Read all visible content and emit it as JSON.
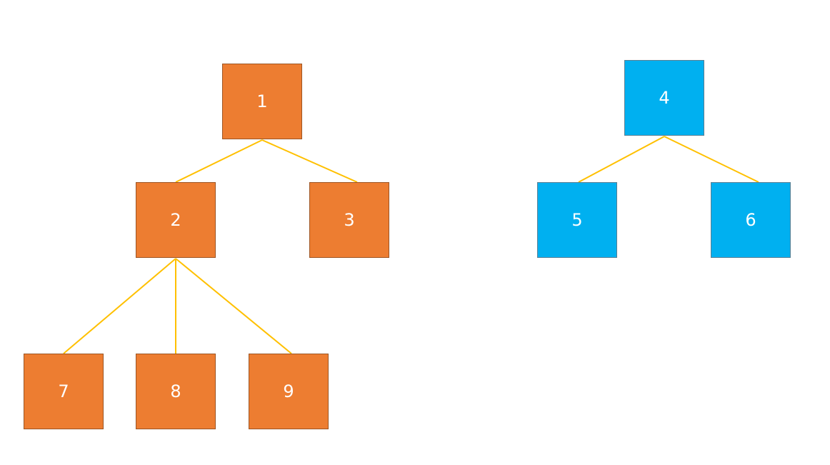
{
  "colors": {
    "tree_a_fill": "#ED7D31",
    "tree_b_fill": "#00B0F0",
    "edge": "#FFC000",
    "node_text": "#FFFFFF",
    "background": "#FFFFFF"
  },
  "trees": [
    {
      "id": "tree-a",
      "color": "orange",
      "nodes": [
        {
          "id": "n1",
          "label": "1"
        },
        {
          "id": "n2",
          "label": "2"
        },
        {
          "id": "n3",
          "label": "3"
        },
        {
          "id": "n7",
          "label": "7"
        },
        {
          "id": "n8",
          "label": "8"
        },
        {
          "id": "n9",
          "label": "9"
        }
      ],
      "edges": [
        {
          "from": "n1",
          "to": "n2"
        },
        {
          "from": "n1",
          "to": "n3"
        },
        {
          "from": "n2",
          "to": "n7"
        },
        {
          "from": "n2",
          "to": "n8"
        },
        {
          "from": "n2",
          "to": "n9"
        }
      ]
    },
    {
      "id": "tree-b",
      "color": "blue",
      "nodes": [
        {
          "id": "n4",
          "label": "4"
        },
        {
          "id": "n5",
          "label": "5"
        },
        {
          "id": "n6",
          "label": "6"
        }
      ],
      "edges": [
        {
          "from": "n4",
          "to": "n5"
        },
        {
          "from": "n4",
          "to": "n6"
        }
      ]
    }
  ]
}
